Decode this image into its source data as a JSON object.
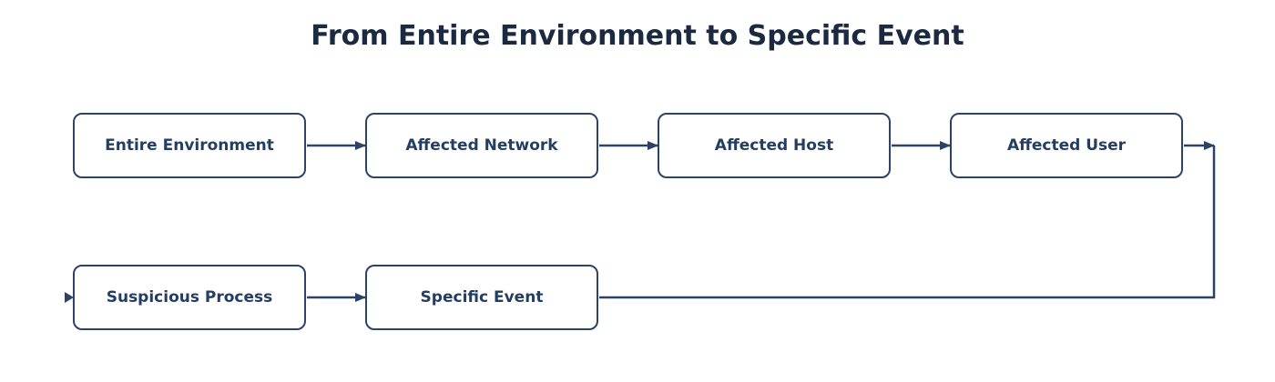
{
  "diagram": {
    "title": "From Entire Environment to Specific Event",
    "colors": {
      "line": "#2c4368",
      "text": "#243e63",
      "title": "#1b2a41"
    },
    "nodes": [
      {
        "id": "entire-environment",
        "label": "Entire Environment"
      },
      {
        "id": "affected-network",
        "label": "Affected Network"
      },
      {
        "id": "affected-host",
        "label": "Affected Host"
      },
      {
        "id": "affected-user",
        "label": "Affected User"
      },
      {
        "id": "suspicious-process",
        "label": "Suspicious Process"
      },
      {
        "id": "specific-event",
        "label": "Specific Event"
      }
    ],
    "edges": [
      {
        "from": "entire-environment",
        "to": "affected-network"
      },
      {
        "from": "affected-network",
        "to": "affected-host"
      },
      {
        "from": "affected-host",
        "to": "affected-user"
      },
      {
        "from": "affected-user",
        "to": "suspicious-process"
      },
      {
        "from": "suspicious-process",
        "to": "specific-event"
      }
    ]
  }
}
